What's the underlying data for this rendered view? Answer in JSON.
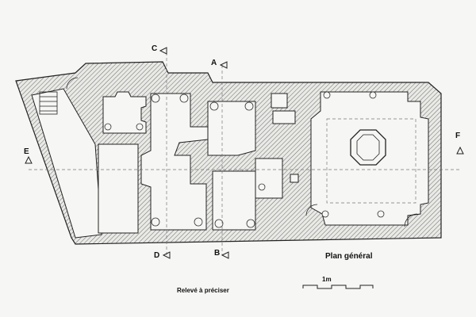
{
  "drawing": {
    "title": "Plan général",
    "note": "Relevé à préciser",
    "scale_label": "1m"
  },
  "section_markers": [
    {
      "id": "A",
      "label": "A"
    },
    {
      "id": "B",
      "label": "B"
    },
    {
      "id": "C",
      "label": "C"
    },
    {
      "id": "D",
      "label": "D"
    },
    {
      "id": "E",
      "label": "E"
    },
    {
      "id": "F",
      "label": "F"
    }
  ],
  "colors": {
    "wall_outline": "#222222",
    "paper": "#f6f6f4",
    "hatch": "#555555"
  }
}
